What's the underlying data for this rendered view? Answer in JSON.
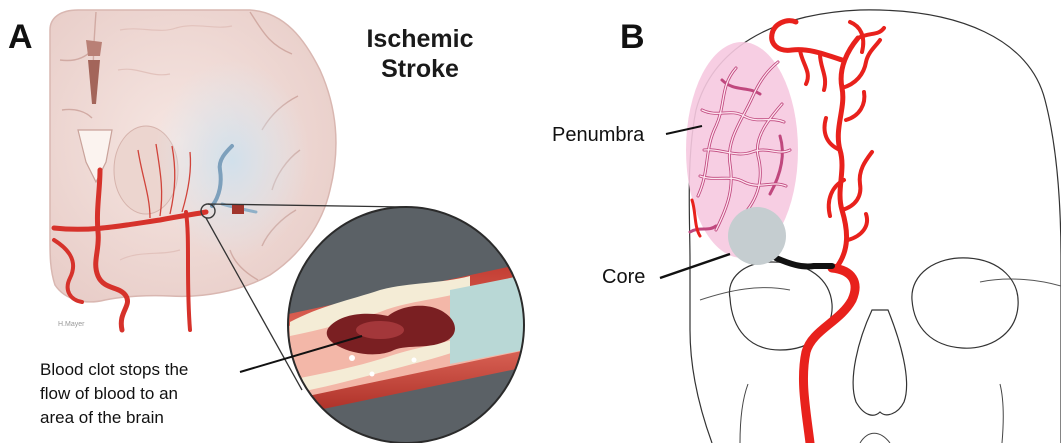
{
  "panel_a": {
    "letter": "A",
    "title_line1": "Ischemic",
    "title_line2": "Stroke",
    "caption_line1": "Blood clot stops the",
    "caption_line2": "flow of blood to an",
    "caption_line3": "area of the brain",
    "artist_signature": "H.Mayer"
  },
  "panel_b": {
    "letter": "B",
    "label_penumbra": "Penumbra",
    "label_core": "Core"
  },
  "colors": {
    "artery_red": "#e8211c",
    "penumbra_pink": "#f6c9e0",
    "core_gray": "#c5cdd0",
    "brain_tissue": "#f1ddd8"
  }
}
